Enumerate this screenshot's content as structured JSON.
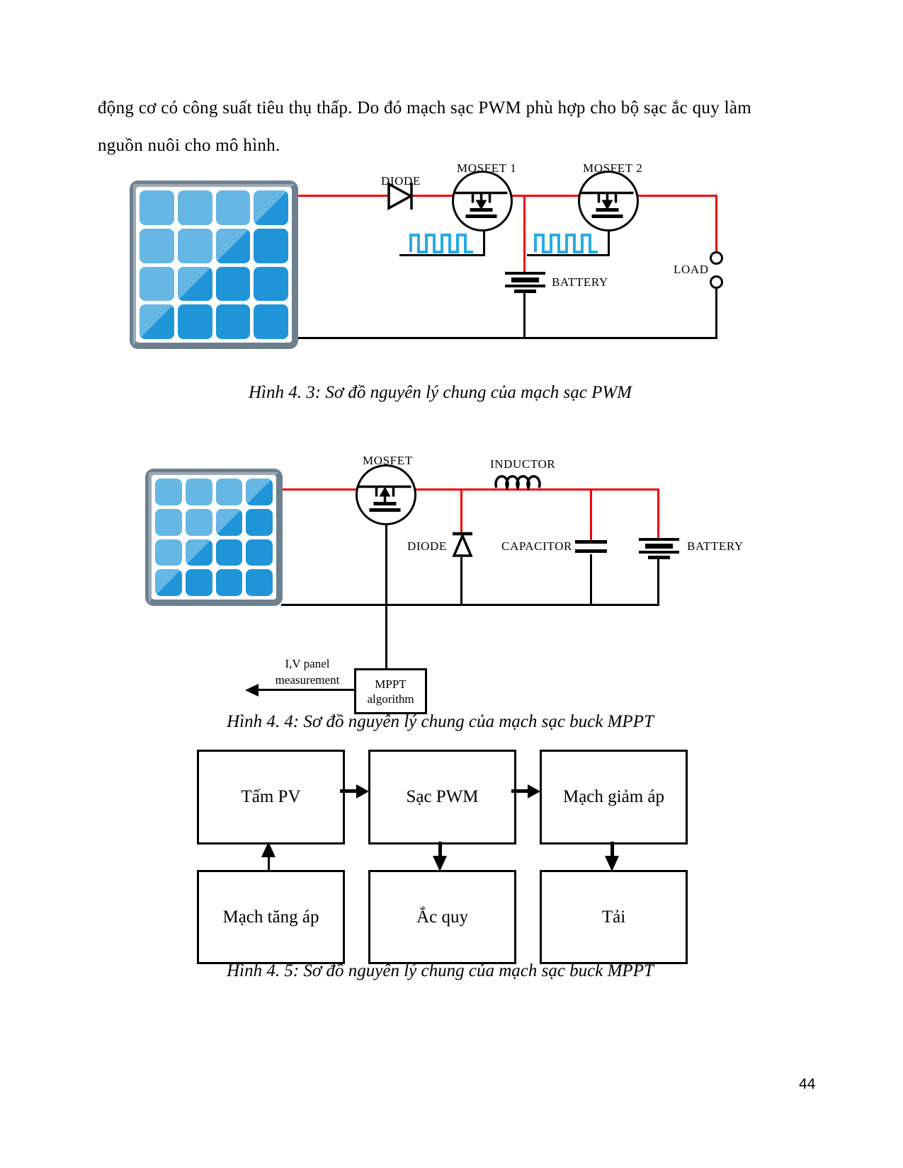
{
  "page_number": "44",
  "paragraph": {
    "line1": "động cơ có công suất tiêu thụ thấp. Do đó mạch sạc PWM phù hợp cho bộ sạc ắc quy làm",
    "line2": "nguồn nuôi cho mô hình."
  },
  "figure_pwm": {
    "caption": "Hình 4. 3: Sơ đồ nguyên lý chung của mạch sạc PWM",
    "labels": {
      "diode": "DIODE",
      "mosfet1": "MOSFET 1",
      "mosfet2": "MOSFET 2",
      "battery": "BATTERY",
      "load": "LOAD"
    }
  },
  "figure_buck": {
    "caption": "Hình 4. 4: Sơ đồ nguyên lý chung của mạch sạc buck MPPT",
    "labels": {
      "mosfet": "MOSFET",
      "inductor": "INDUCTOR",
      "diode": "DIODE",
      "capacitor": "CAPACITOR",
      "battery": "BATTERY",
      "mppt_box_line1": "MPPT",
      "mppt_box_line2": "algorithm",
      "measurement_line1": "I,V panel",
      "measurement_line2": "measurement"
    }
  },
  "figure_blocks": {
    "caption": "Hình 4. 5: Sơ đồ nguyên lý chung của mạch sạc buck MPPT",
    "row1": [
      "Tấm PV",
      "Sạc PWM",
      "Mạch giảm áp"
    ],
    "row2": [
      "Mạch tăng áp",
      "Ắc quy",
      "Tải"
    ]
  },
  "colors": {
    "wire_red": "#f40000",
    "pwm_blue": "#29abe2",
    "panel_cell_blue": "#1f95d8",
    "panel_frame_gray": "#6e8090",
    "ink_black": "#000000"
  }
}
